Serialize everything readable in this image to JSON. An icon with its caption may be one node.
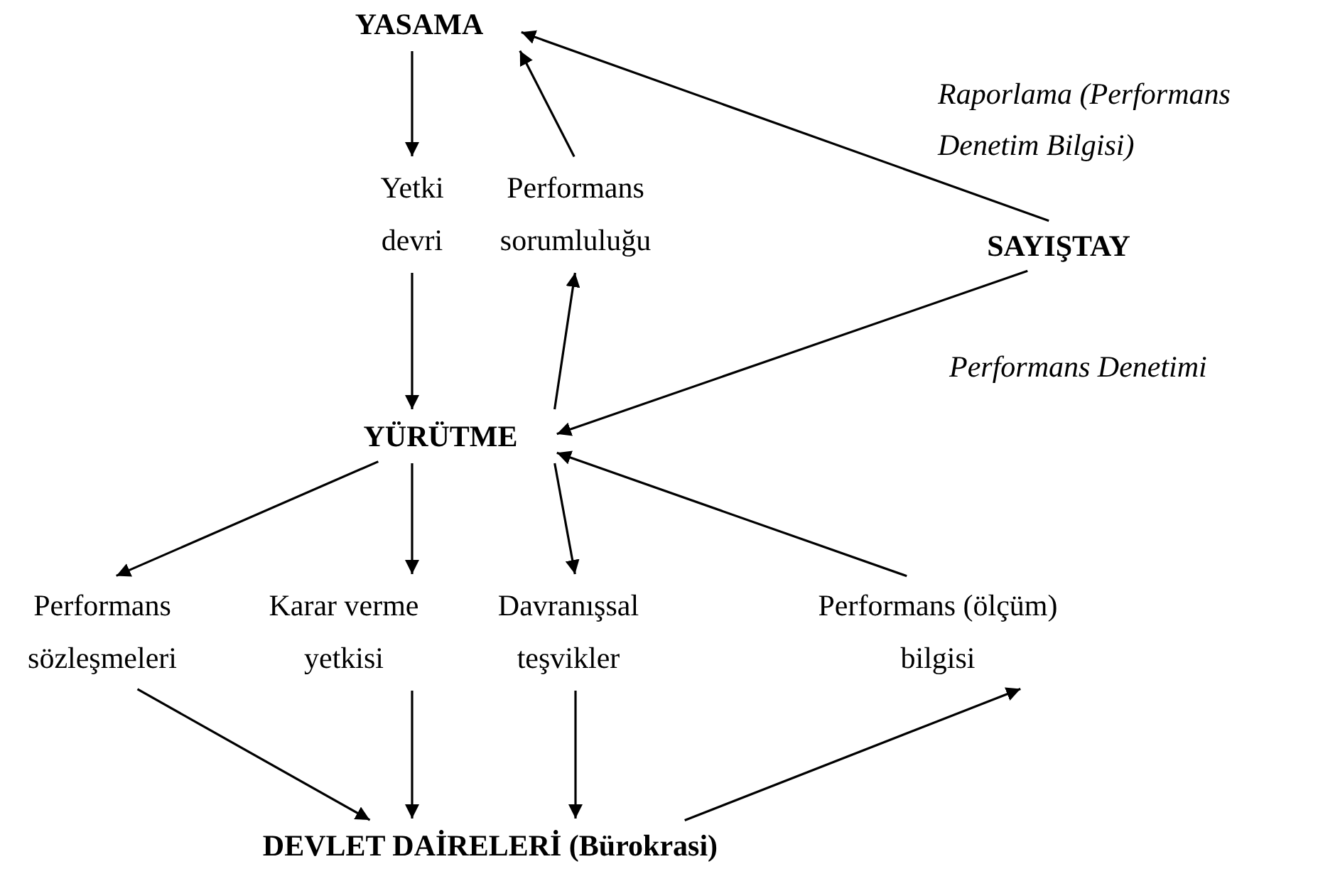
{
  "diagram": {
    "nodes": [
      {
        "text": [
          "YASAMA"
        ]
      },
      {
        "text": [
          "Yetki devri"
        ]
      },
      {
        "text": [
          "Performans sorumluluğu"
        ]
      },
      {
        "text": [
          "SAYIŞTAY"
        ]
      },
      {
        "text": [
          "YÜRÜTME"
        ]
      },
      {
        "text": [
          "Performans sözleşmeleri"
        ]
      },
      {
        "text": [
          "Karar verme yetkisi"
        ]
      },
      {
        "text": [
          "Davranışsal teşvikler"
        ]
      },
      {
        "text": [
          "Performans (ölçüm) bilgisi"
        ]
      },
      {
        "text": [
          "DEVLET DAİRELERİ (Bürokrasi)"
        ]
      }
    ],
    "edges": [
      {
        "from": 0,
        "to": 1,
        "arrow": "to"
      },
      {
        "from": 1,
        "to": 4,
        "arrow": "to"
      },
      {
        "from": 4,
        "to": 2,
        "arrow": "to"
      },
      {
        "from": 2,
        "to": 0,
        "arrow": "to"
      },
      {
        "from": 3,
        "to": 0,
        "arrow": "to",
        "label": "Raporlama (Performans Denetim Bilgisi)"
      },
      {
        "from": 3,
        "to": 4,
        "arrow": "to",
        "label": "Performans Denetimi"
      },
      {
        "from": 4,
        "to": 5,
        "arrow": "to"
      },
      {
        "from": 4,
        "to": 6,
        "arrow": "to"
      },
      {
        "from": 4,
        "to": 7,
        "arrow": "to"
      },
      {
        "from": 8,
        "to": 4,
        "arrow": "to"
      },
      {
        "from": 5,
        "to": 9,
        "arrow": "to"
      },
      {
        "from": 6,
        "to": 9,
        "arrow": "to"
      },
      {
        "from": 7,
        "to": 9,
        "arrow": "to"
      },
      {
        "from": 9,
        "to": 8,
        "arrow": "to"
      }
    ]
  }
}
